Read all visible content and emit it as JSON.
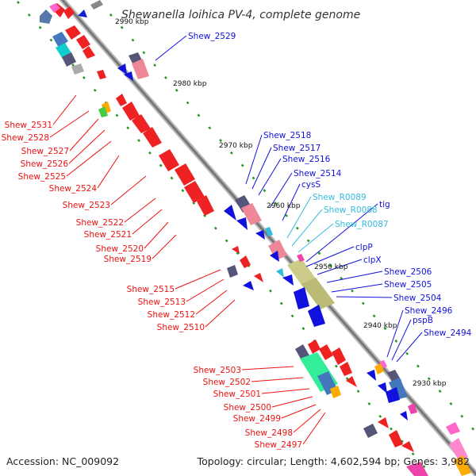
{
  "title": "Shewanella loihica PV-4, complete genome",
  "footer": {
    "accession": "Accession: NC_009092",
    "topology": "Topology: circular; Length: 4,602,594 bp; Genes: 3,982"
  },
  "scale_labels": [
    "2990 kbp",
    "2980 kbp",
    "2970 kbp",
    "2960 kbp",
    "2950 kbp",
    "2940 kbp",
    "2930 kbp"
  ],
  "labels_left": [
    "Shew_2531",
    "Shew_2528",
    "Shew_2527",
    "Shew_2526",
    "Shew_2525",
    "Shew_2524",
    "Shew_2523",
    "Shew_2522",
    "Shew_2521",
    "Shew_2520",
    "Shew_2519",
    "Shew_2515",
    "Shew_2513",
    "Shew_2512",
    "Shew_2510",
    "Shew_2503",
    "Shew_2502",
    "Shew_2501",
    "Shew_2500",
    "Shew_2499",
    "Shew_2498",
    "Shew_2497"
  ],
  "labels_right": [
    "Shew_2529",
    "Shew_2518",
    "Shew_2517",
    "Shew_2516",
    "Shew_2514",
    "cysS",
    "Shew_R0089",
    "Shew_R0088",
    "Shew_R0087",
    "tig",
    "clpP",
    "clpX",
    "Shew_2506",
    "Shew_2505",
    "Shew_2504",
    "Shew_2496",
    "pspB",
    "Shew_2494"
  ],
  "colors": {
    "reverse_strand": "#ee1111",
    "forward_strand": "#1111dd",
    "rna": "#33bbdd",
    "backbone": "#888888"
  }
}
